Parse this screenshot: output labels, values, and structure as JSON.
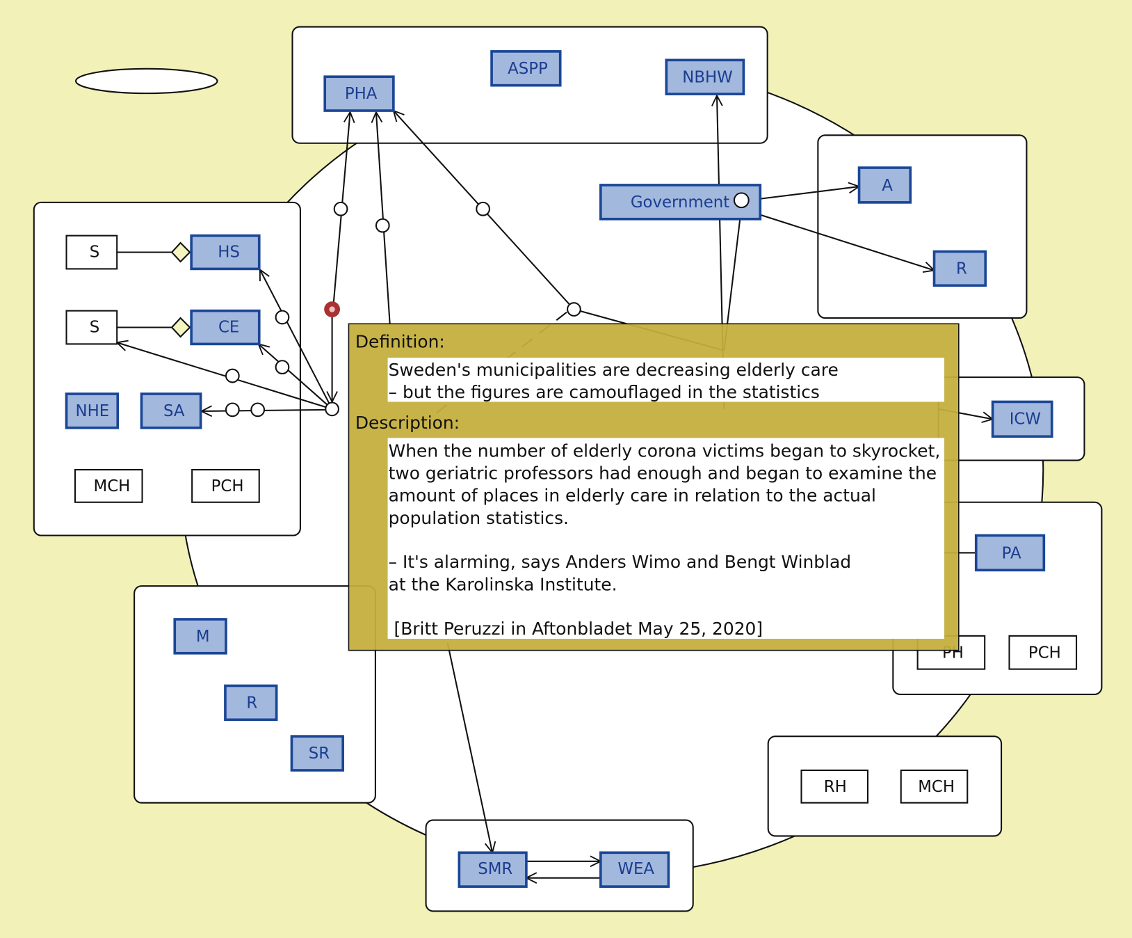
{
  "colors": {
    "background": "#f1f1b8",
    "node_fill": "#a3b8dd",
    "node_border": "#1a4696",
    "tooltip": "#c4ae3c",
    "selected_marker": "#a83232"
  },
  "nodes": {
    "pha": "PHA",
    "aspp": "ASPP",
    "nbhw": "NBHW",
    "government": "Government",
    "a": "A",
    "r_top": "R",
    "s1": "S",
    "hs": "HS",
    "s2": "S",
    "ce": "CE",
    "nhe": "NHE",
    "sa": "SA",
    "mch_left": "MCH",
    "pch_left": "PCH",
    "m": "M",
    "r_low": "R",
    "sr": "SR",
    "smr": "SMR",
    "wea": "WEA",
    "rh": "RH",
    "mch_right": "MCH",
    "icw": "ICW",
    "pa": "PA",
    "ph": "PH",
    "pch_right": "PCH"
  },
  "tooltip": {
    "definition_label": "Definition:",
    "definition_lines": [
      "Sweden's municipalities are decreasing elderly care",
      "– but the figures are camouflaged in the statistics"
    ],
    "description_label": "Description:",
    "description_lines": [
      "When the number of elderly corona victims began to skyrocket,",
      "two geriatric professors had enough and began to examine the",
      "amount of places in elderly care in relation to the actual",
      "population statistics.",
      "",
      "– It's alarming, says Anders Wimo and Bengt Winblad",
      "at the Karolinska Institute.",
      "",
      " [Britt Peruzzi in Aftonbladet May 25, 2020]"
    ]
  }
}
